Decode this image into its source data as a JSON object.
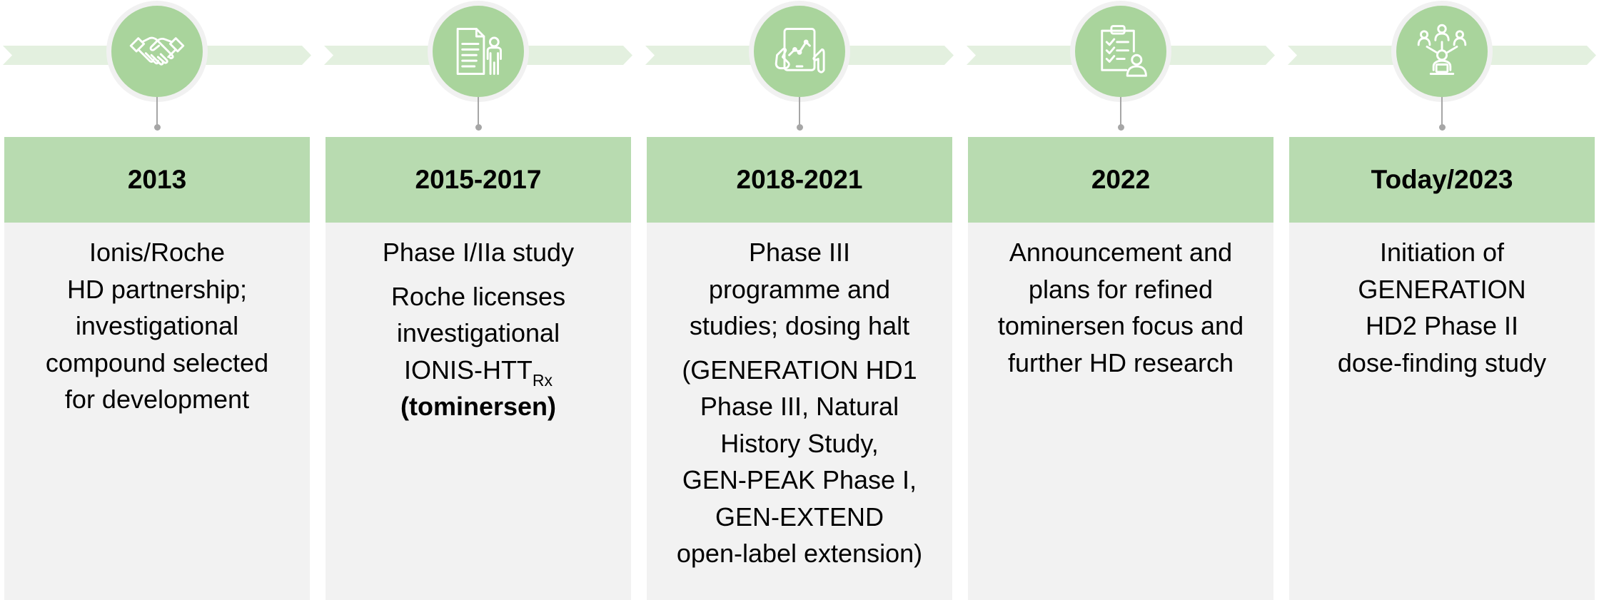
{
  "colors": {
    "icon_circle": "#a9d49c",
    "header_band": "#b8dbb0",
    "arrow_band": "#e3f0df",
    "card_body": "#f2f2f2",
    "connector": "#a6a6a6"
  },
  "milestones": [
    {
      "icon": "handshake-icon",
      "year": "2013",
      "paragraphs": [
        {
          "lines": [
            "Ionis/Roche",
            "HD partnership;",
            "investigational",
            "compound selected",
            "for development"
          ]
        }
      ]
    },
    {
      "icon": "document-person-icon",
      "year": "2015-2017",
      "paragraphs": [
        {
          "lines": [
            "Phase I/IIa study"
          ]
        },
        {
          "lines": [
            "Roche licenses",
            "investigational"
          ],
          "drug_name": "IONIS-HTT",
          "drug_subscript": "Rx",
          "drug_alias": "(tominersen)"
        }
      ]
    },
    {
      "icon": "tablet-chart-icon",
      "year": "2018-2021",
      "paragraphs": [
        {
          "lines": [
            "Phase III",
            "programme and",
            "studies; dosing halt"
          ]
        },
        {
          "lines": [
            "(GENERATION HD1",
            "Phase III, Natural",
            "History Study,",
            "GEN-PEAK Phase I,",
            "GEN-EXTEND",
            "open-label extension)"
          ]
        }
      ]
    },
    {
      "icon": "clipboard-person-icon",
      "year": "2022",
      "paragraphs": [
        {
          "lines": [
            "Announcement and",
            "plans for refined",
            "tominersen focus and",
            "further HD research"
          ]
        }
      ]
    },
    {
      "icon": "people-network-icon",
      "year": "Today/2023",
      "paragraphs": [
        {
          "lines": [
            "Initiation of",
            "GENERATION",
            "HD2 Phase II",
            "dose-finding study"
          ]
        }
      ]
    }
  ]
}
